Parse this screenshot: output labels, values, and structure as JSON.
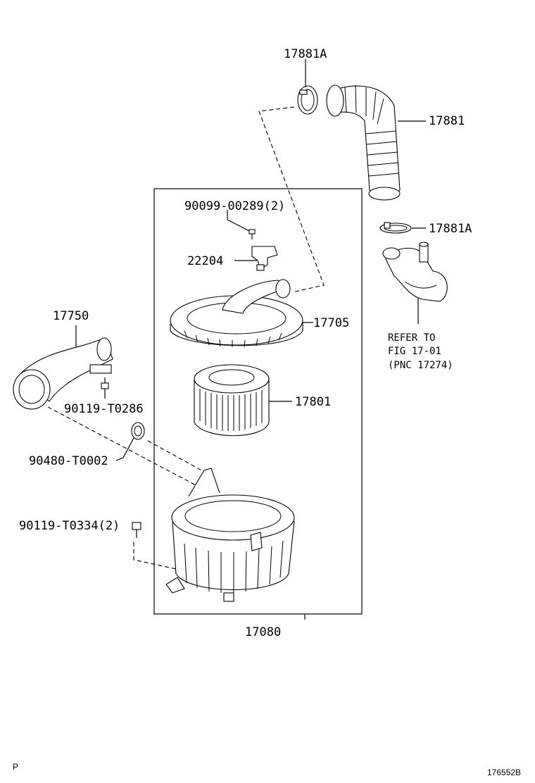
{
  "labels": {
    "p17881a_top": "17881A",
    "p17881": "17881",
    "p17881a_mid": "17881A",
    "p90099": "90099-00289(2)",
    "p22204": "22204",
    "p17705": "17705",
    "p17801": "17801",
    "p17750": "17750",
    "p90119a": "90119-T0286",
    "p90480": "90480-T0002",
    "p90119b": "90119-T0334(2)",
    "p17080": "17080"
  },
  "refer": {
    "line1": "REFER TO",
    "line2": "FIG 17-01",
    "line3": "(PNC 17274)"
  },
  "corner": {
    "left": "P",
    "right": "176552B"
  }
}
